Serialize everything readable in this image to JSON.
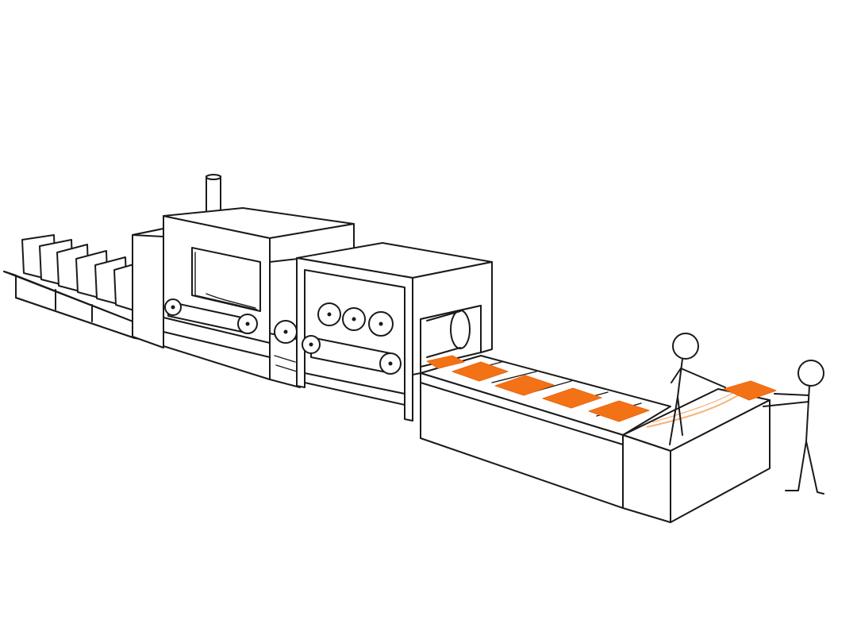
{
  "colors": {
    "line": "#1a1a1a",
    "background": "#ffffff",
    "sheet_orange": "#f47216",
    "sheet_light": "#f6b37a"
  },
  "diagram": {
    "components": [
      "paper-feeder-stacks",
      "coating-machine",
      "roller-press-machine",
      "output-conveyor",
      "collection-table",
      "worker-1",
      "worker-2"
    ],
    "sheets_on_conveyor": 5,
    "sheet_held_by_workers": 1
  }
}
